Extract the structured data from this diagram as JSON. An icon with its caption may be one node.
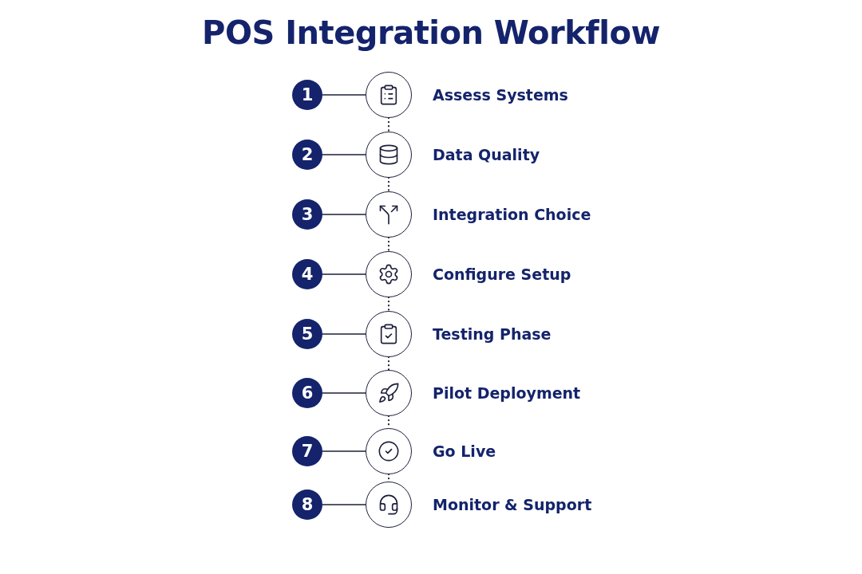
{
  "diagram": {
    "title": "POS Integration Workflow",
    "nodes": [
      {
        "text": [
          "1"
        ]
      },
      {
        "text": [],
        "shape": "circle",
        "beside": [
          "Assess Systems"
        ]
      },
      {
        "text": [
          "2"
        ]
      },
      {
        "text": [],
        "shape": "circle",
        "beside": [
          "Data Quality"
        ]
      },
      {
        "text": [
          "3"
        ]
      },
      {
        "text": [],
        "shape": "circle",
        "beside": [
          "Integration Choice"
        ]
      },
      {
        "text": [
          "4"
        ]
      },
      {
        "text": [],
        "shape": "circle",
        "beside": [
          "Configure Setup"
        ]
      },
      {
        "text": [
          "5"
        ]
      },
      {
        "text": [],
        "shape": "circle",
        "beside": [
          "Testing Phase"
        ]
      },
      {
        "text": [
          "6"
        ]
      },
      {
        "text": [],
        "shape": "circle",
        "beside": [
          "Pilot Deployment"
        ]
      },
      {
        "text": [
          "7"
        ]
      },
      {
        "text": [],
        "shape": "circle",
        "beside": [
          "Go Live"
        ]
      },
      {
        "text": [
          "8"
        ]
      },
      {
        "text": [],
        "shape": "circle",
        "beside": [
          "Monitor & Support"
        ]
      }
    ],
    "edges": [
      {
        "from": 0,
        "to": 1,
        "arrow": "none"
      },
      {
        "from": 1,
        "to": 3,
        "arrow": "none",
        "style": "dashed"
      },
      {
        "from": 2,
        "to": 3,
        "arrow": "none"
      },
      {
        "from": 3,
        "to": 5,
        "arrow": "none",
        "style": "dashed"
      },
      {
        "from": 4,
        "to": 5,
        "arrow": "none"
      },
      {
        "from": 5,
        "to": 7,
        "arrow": "none",
        "style": "dashed"
      },
      {
        "from": 6,
        "to": 7,
        "arrow": "none"
      },
      {
        "from": 7,
        "to": 9,
        "arrow": "none",
        "style": "dashed"
      },
      {
        "from": 8,
        "to": 9,
        "arrow": "none"
      },
      {
        "from": 9,
        "to": 11,
        "arrow": "none",
        "style": "dashed"
      },
      {
        "from": 10,
        "to": 11,
        "arrow": "none"
      },
      {
        "from": 11,
        "to": 13,
        "arrow": "none",
        "style": "dashed"
      },
      {
        "from": 12,
        "to": 13,
        "arrow": "none"
      },
      {
        "from": 13,
        "to": 15,
        "arrow": "none",
        "style": "dashed"
      },
      {
        "from": 14,
        "to": 15,
        "arrow": "none"
      }
    ]
  }
}
